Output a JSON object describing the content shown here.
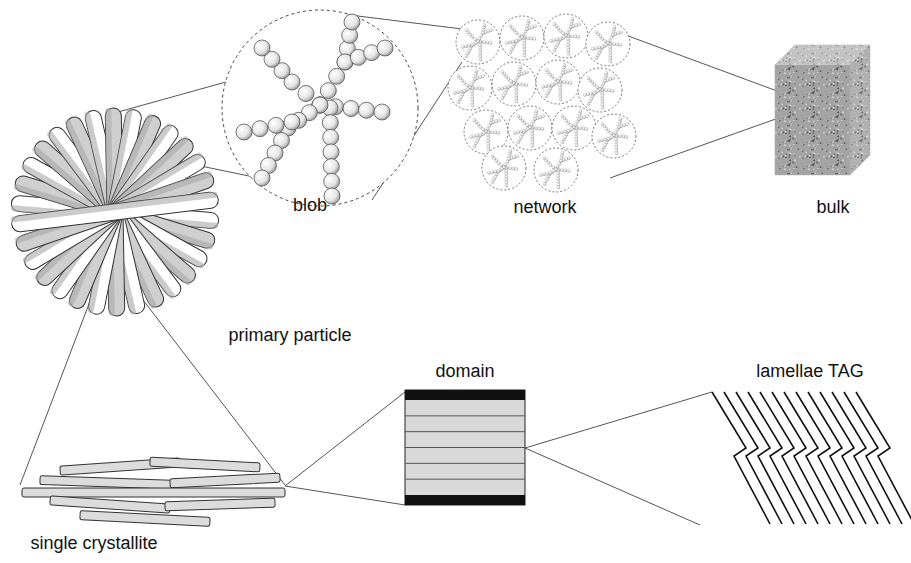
{
  "diagram": {
    "labels": [
      "blob",
      "network",
      "bulk",
      "primary particle",
      "single crystallite",
      "domain",
      "lamellae TAG"
    ]
  }
}
